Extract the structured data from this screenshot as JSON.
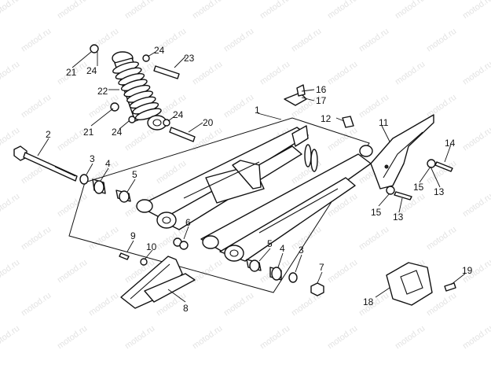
{
  "watermark": "motod.ru",
  "callouts": [
    {
      "id": "c1",
      "text": "1"
    },
    {
      "id": "c2",
      "text": "2"
    },
    {
      "id": "c3a",
      "text": "3"
    },
    {
      "id": "c3b",
      "text": "3"
    },
    {
      "id": "c4a",
      "text": "4"
    },
    {
      "id": "c4b",
      "text": "4"
    },
    {
      "id": "c5a",
      "text": "5"
    },
    {
      "id": "c5b",
      "text": "5"
    },
    {
      "id": "c6",
      "text": "6"
    },
    {
      "id": "c7",
      "text": "7"
    },
    {
      "id": "c8",
      "text": "8"
    },
    {
      "id": "c9",
      "text": "9"
    },
    {
      "id": "c10",
      "text": "10"
    },
    {
      "id": "c11",
      "text": "11"
    },
    {
      "id": "c12",
      "text": "12"
    },
    {
      "id": "c13a",
      "text": "13"
    },
    {
      "id": "c13b",
      "text": "13"
    },
    {
      "id": "c14",
      "text": "14"
    },
    {
      "id": "c15a",
      "text": "15"
    },
    {
      "id": "c15b",
      "text": "15"
    },
    {
      "id": "c16",
      "text": "16"
    },
    {
      "id": "c17",
      "text": "17"
    },
    {
      "id": "c18",
      "text": "18"
    },
    {
      "id": "c19",
      "text": "19"
    },
    {
      "id": "c20",
      "text": "20"
    },
    {
      "id": "c21a",
      "text": "21"
    },
    {
      "id": "c21b",
      "text": "21"
    },
    {
      "id": "c22",
      "text": "22"
    },
    {
      "id": "c23",
      "text": "23"
    },
    {
      "id": "c24a",
      "text": "24"
    },
    {
      "id": "c24b",
      "text": "24"
    },
    {
      "id": "c24c",
      "text": "24"
    },
    {
      "id": "c24d",
      "text": "24"
    }
  ]
}
